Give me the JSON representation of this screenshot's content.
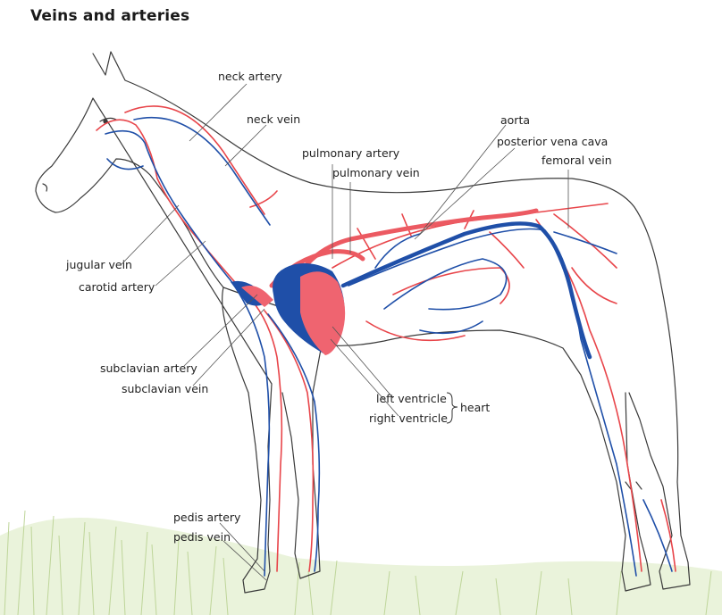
{
  "title": "Veins and arteries",
  "labels": {
    "neck_artery": "neck artery",
    "neck_vein": "neck vein",
    "aorta": "aorta",
    "posterior_vena_cava": "posterior vena cava",
    "femoral_vein": "femoral vein",
    "pulmonary_artery": "pulmonary artery",
    "pulmonary_vein": "pulmonary vein",
    "jugular_vein": "jugular vein",
    "carotid_artery": "carotid artery",
    "subclavian_artery": "subclavian artery",
    "subclavian_vein": "subclavian vein",
    "left_ventricle": "left ventricle",
    "right_ventricle": "right ventricle",
    "heart": "heart",
    "pedis_artery": "pedis artery",
    "pedis_vein": "pedis vein"
  },
  "colors": {
    "artery": "#e8454a",
    "vein": "#1f4fa8",
    "heart": "#ef6470",
    "outline": "#3a3a3a",
    "grass": "#9cc06a"
  }
}
